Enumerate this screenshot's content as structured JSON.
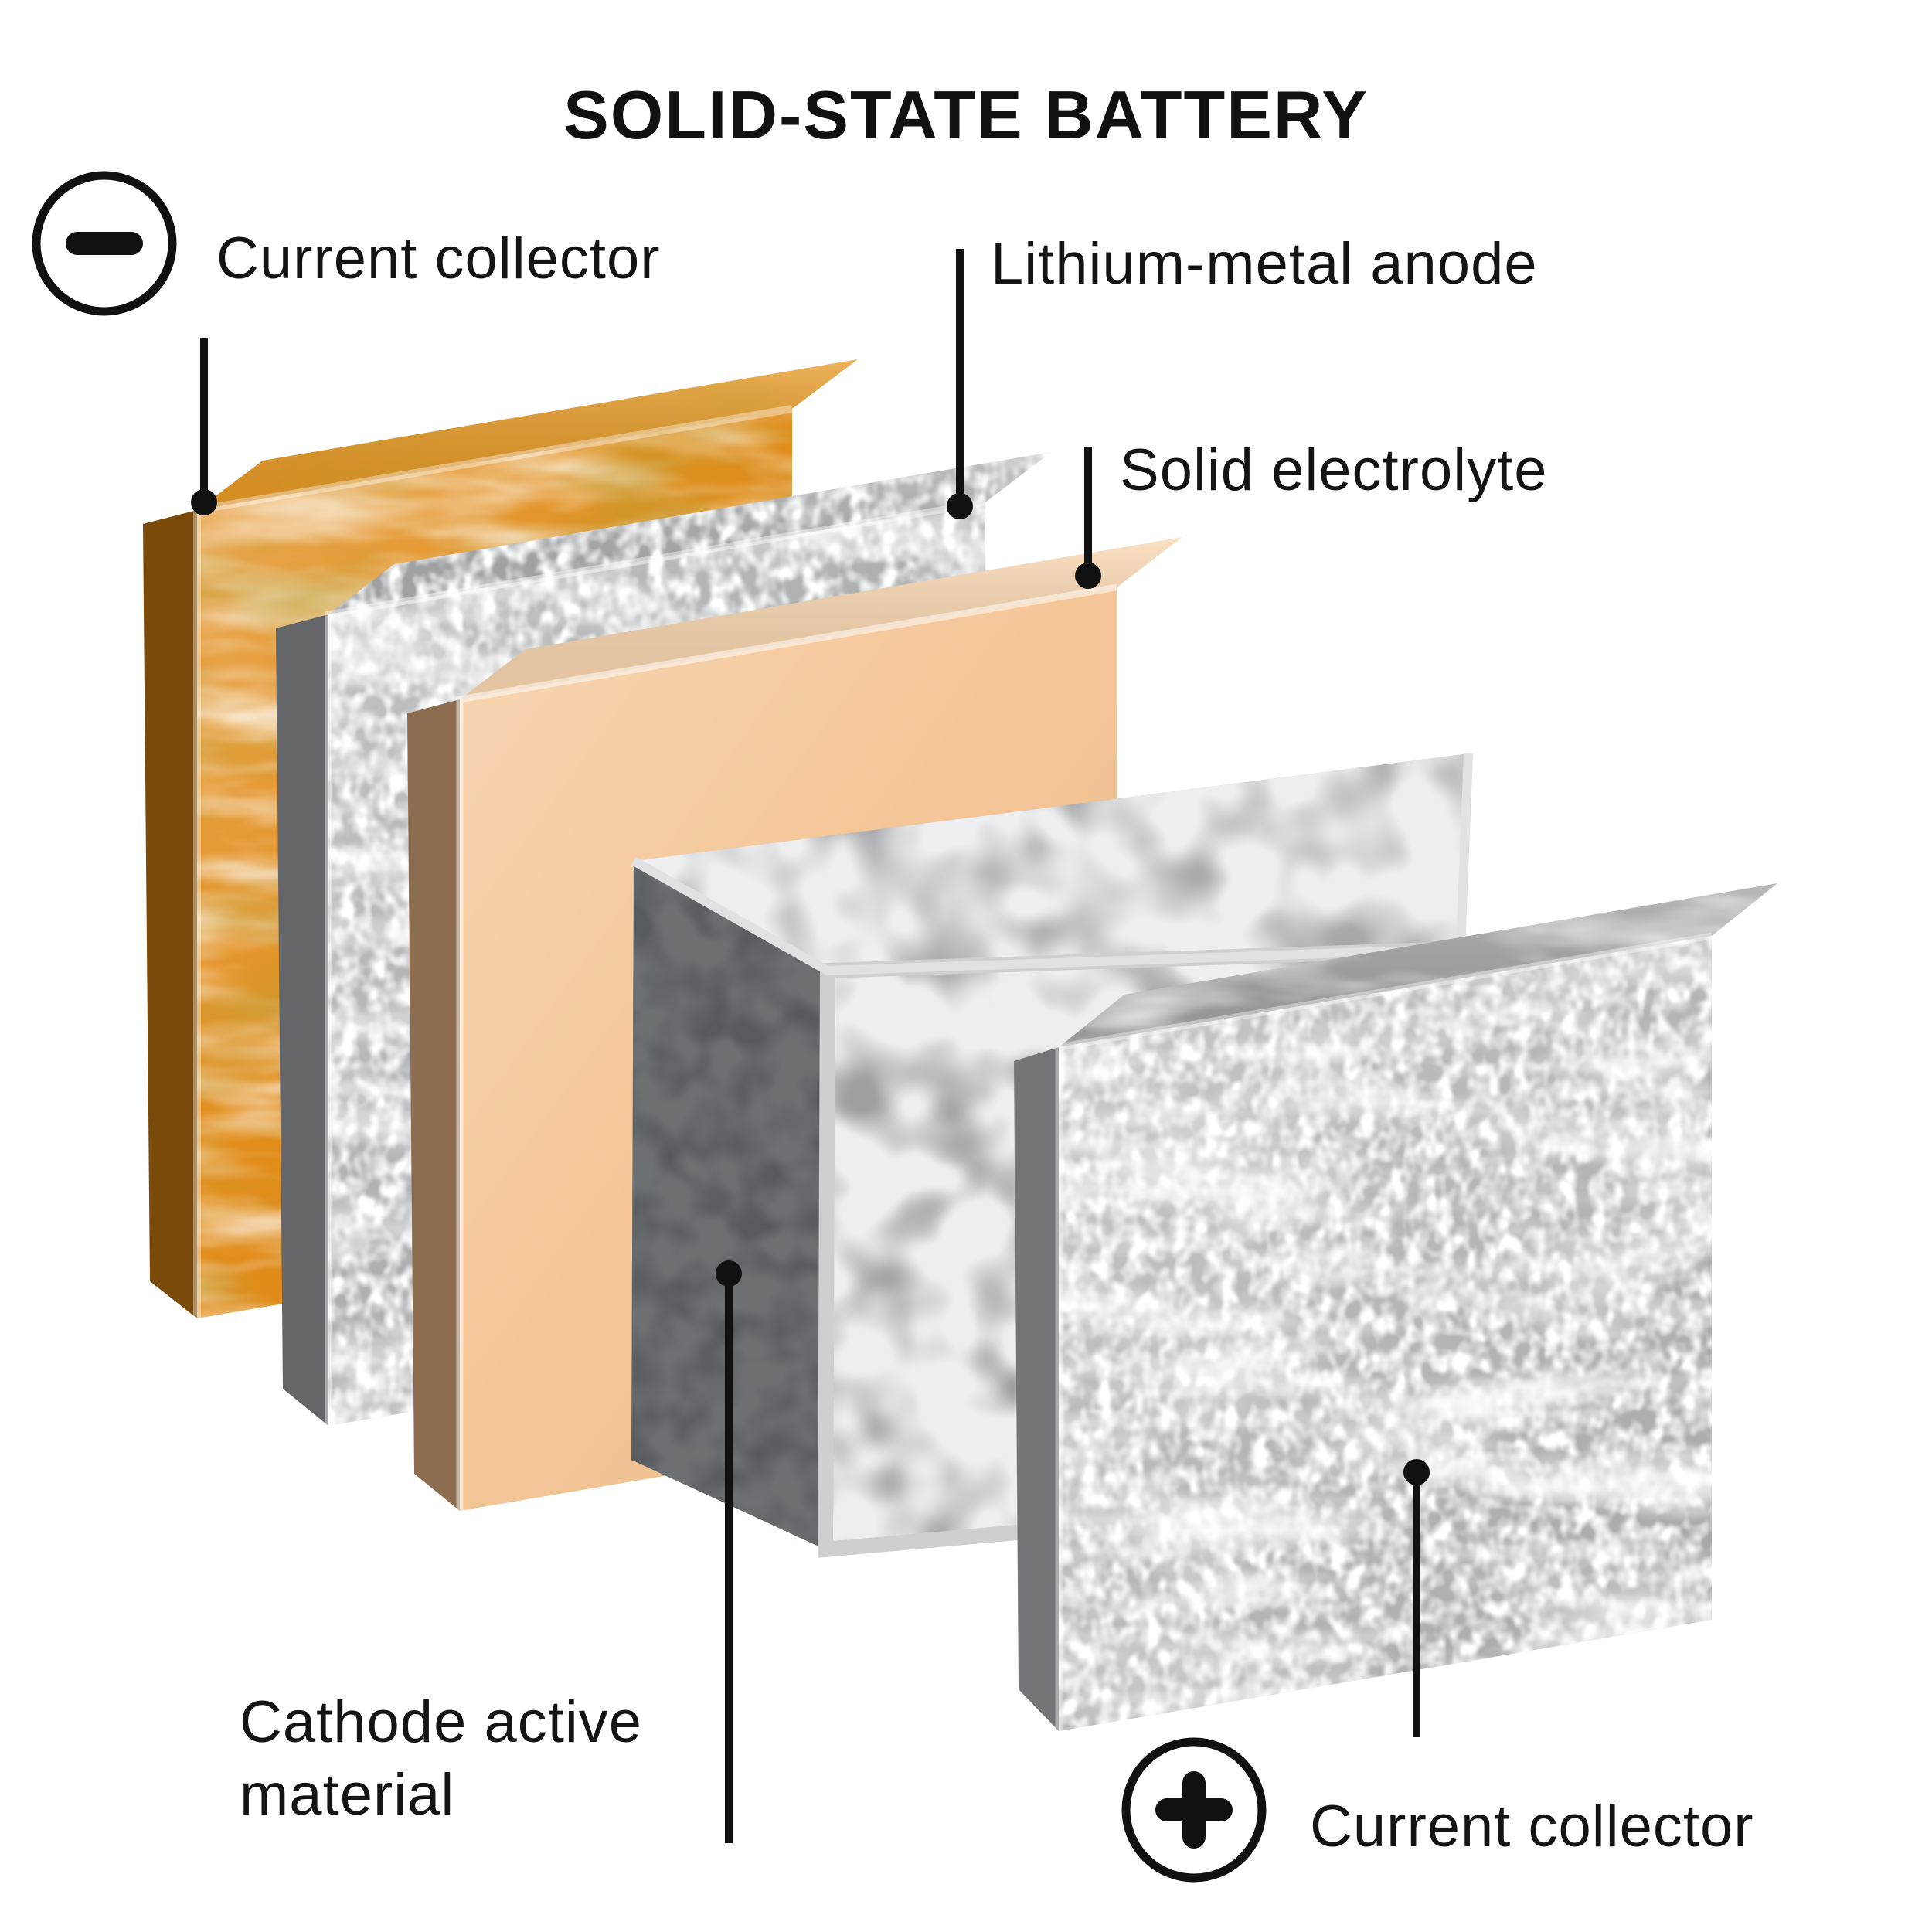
{
  "title": "SOLID-STATE BATTERY",
  "labels": {
    "collector_negative": "Current collector",
    "anode": "Lithium-metal anode",
    "electrolyte": "Solid electrolyte",
    "cathode_line1": "Cathode active",
    "cathode_line2": "material",
    "collector_positive": "Current collector"
  },
  "icons": {
    "negative_terminal_glyph": "−",
    "positive_terminal_glyph": "+"
  },
  "layers": [
    {
      "order": "1",
      "key": "current-collector-negative",
      "label": "Current collector",
      "terminal": "negative"
    },
    {
      "order": "2",
      "key": "lithium-metal-anode",
      "label": "Lithium-metal anode",
      "terminal": ""
    },
    {
      "order": "3",
      "key": "solid-electrolyte",
      "label": "Solid electrolyte",
      "terminal": ""
    },
    {
      "order": "4",
      "key": "cathode-active-material",
      "label": "Cathode active material",
      "terminal": ""
    },
    {
      "order": "5",
      "key": "current-collector-positive",
      "label": "Current collector",
      "terminal": "positive"
    }
  ],
  "colors": {
    "background": "#ffffff",
    "text": "#141414",
    "leader_line": "#111111",
    "icon_stroke": "#111111",
    "layer_collector_neg": {
      "front": "#E0870F",
      "top": "#E89A25",
      "side": "#7A4A0B"
    },
    "layer_anode": {
      "front": "#A9ABAD",
      "top": "#ACAEB0",
      "side": "#656669"
    },
    "layer_electrolyte": {
      "front": "#F4C392",
      "top": "#FAD7B0",
      "side": "#8D6D50"
    },
    "layer_cathode": {
      "front": "#9DA0A3",
      "top": "#A7A9AC",
      "side": "#575A5E"
    },
    "layer_collector_pos": {
      "front": "#B1B3B5",
      "top": "#A2A4A7",
      "side": "#737579"
    }
  }
}
